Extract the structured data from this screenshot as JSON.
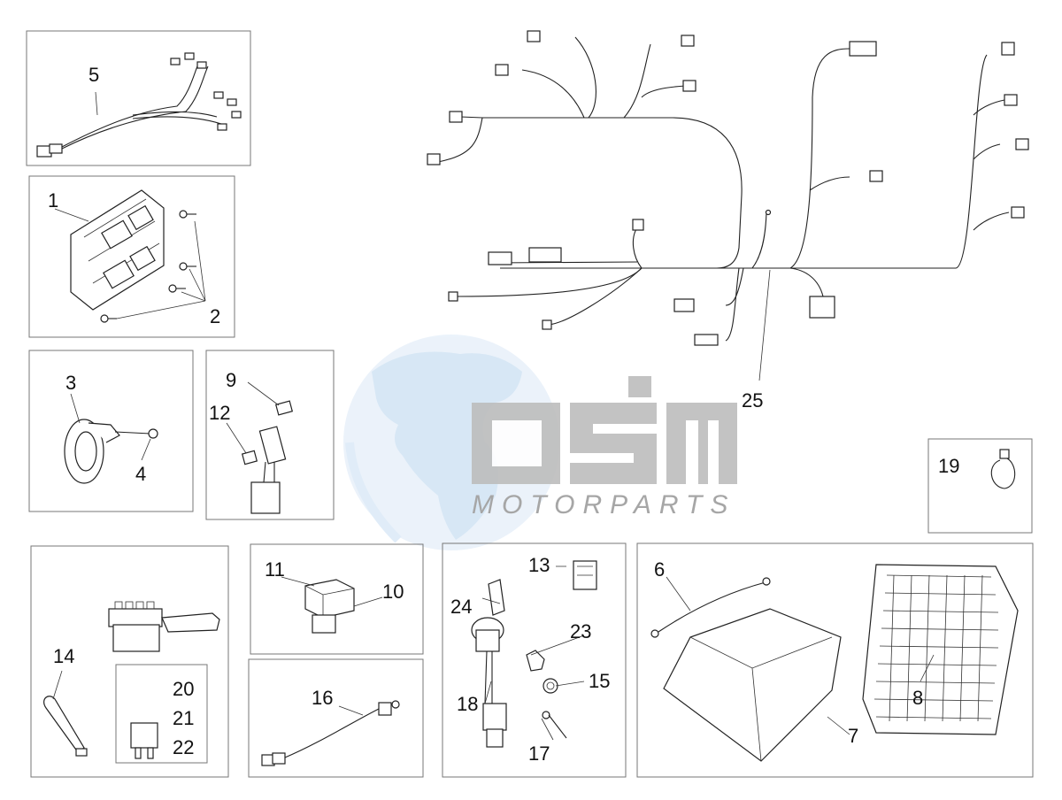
{
  "diagram": {
    "watermark": {
      "text": "MOTORPARTS"
    },
    "callouts": {
      "c1": "1",
      "c2": "2",
      "c3": "3",
      "c4": "4",
      "c5": "5",
      "c6": "6",
      "c7": "7",
      "c8": "8",
      "c9": "9",
      "c10": "10",
      "c11": "11",
      "c12": "12",
      "c13": "13",
      "c14": "14",
      "c15": "15",
      "c16": "16",
      "c17": "17",
      "c18": "18",
      "c19": "19",
      "c20": "20",
      "c21": "21",
      "c22": "22",
      "c23": "23",
      "c24": "24",
      "c25": "25"
    }
  }
}
